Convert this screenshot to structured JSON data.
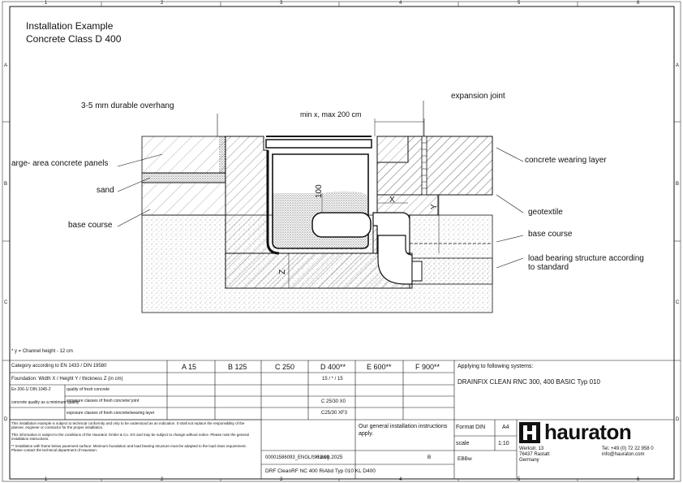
{
  "title": {
    "line1": "Installation Example",
    "line2": "Concrete Class D 400"
  },
  "frame": {
    "cols_top": [
      "1",
      "2",
      "3",
      "4",
      "5",
      "6"
    ],
    "cols_bottom": [
      "1",
      "2",
      "3",
      "4",
      "5",
      "6"
    ],
    "rows_left": [
      "A",
      "B",
      "C",
      "D"
    ],
    "rows_right": [
      "A",
      "B",
      "C",
      "D"
    ]
  },
  "labels": {
    "overhang": "3-5 mm durable overhang",
    "expansion_joint": "expansion joint",
    "dimension": "min x, max 200 cm",
    "panels": "arge- area concrete panels",
    "sand": "sand",
    "base_course_left": "base course",
    "wearing_layer": "concrete wearing layer",
    "geotextile": "geotextile",
    "base_course_right": "base course",
    "load_bearing_1": "load bearing structure according",
    "load_bearing_2": "to standard",
    "dim_100": "100",
    "dim_x": "X",
    "dim_y": "Y",
    "dim_z": "Z"
  },
  "footnote": "* y = Channel height - 12 cm",
  "table": {
    "category_label": "Category according to EN 1433 / DIN 19580",
    "classes": [
      "A 15",
      "B 125",
      "C 250",
      "D 400**",
      "E 600**",
      "F 900**"
    ],
    "foundation_label": "Foundation: Width X / Height Y / thickness Z (in cm)",
    "foundation_values": "15 / * / 15",
    "en_label": "En 206-1/ DIN 1045-2",
    "quality_label": "quality of fresh concrete",
    "quality_note": "concrete quality as a minimum quality",
    "exposure_label": "exposure classes of fresh concrete/ joint",
    "exposure_value": "C 25/30 X0",
    "fresh_label": "exposure classes of fresh concrete/wearing layer",
    "fresh_value": "C25/30 XF3",
    "applying_label": "Applying to following systems:",
    "system": "DRAINFIX CLEAN RNC 300, 400 BASIC Typ 010"
  },
  "notes": {
    "para1": "This installation example is subject to technical conformity and only to be understood as an indication. It shall not replace the responsibility of the planner, engineer or contractor for the proper installation.",
    "para2": "This information is subject to the conditions of the Hauraton GmbH & Co. KG and may be subject to change without notice. Please note the general installation instructions.",
    "para3": "** Installation with frame below pavement surface. Minimum foundation and load bearing structure must be adapted to the load class requirement. Please contact the technical department of Hauraton."
  },
  "general": "Our general installation instructions apply.",
  "date": "03.09.2025",
  "file": "00001586093_ENGLISH.dwg",
  "rev": "B",
  "drawing_name": "DRF CleanRF NC 400 RiAbd Typ 010 KL D400",
  "format_label": "Format DIN",
  "format_value": "A4",
  "scale_label": "scale",
  "scale_value": "1:10",
  "id_code": "EBBw",
  "company": {
    "name": "hauraton",
    "addr1": "Werkstr. 13",
    "addr2": "76437 Rastatt",
    "addr3": "Germany",
    "tel": "Tel. +49 (0) 72 22 958 0",
    "mail": "info@hauraton.com"
  },
  "colors": {
    "line": "#111111",
    "brand": "#111111"
  }
}
